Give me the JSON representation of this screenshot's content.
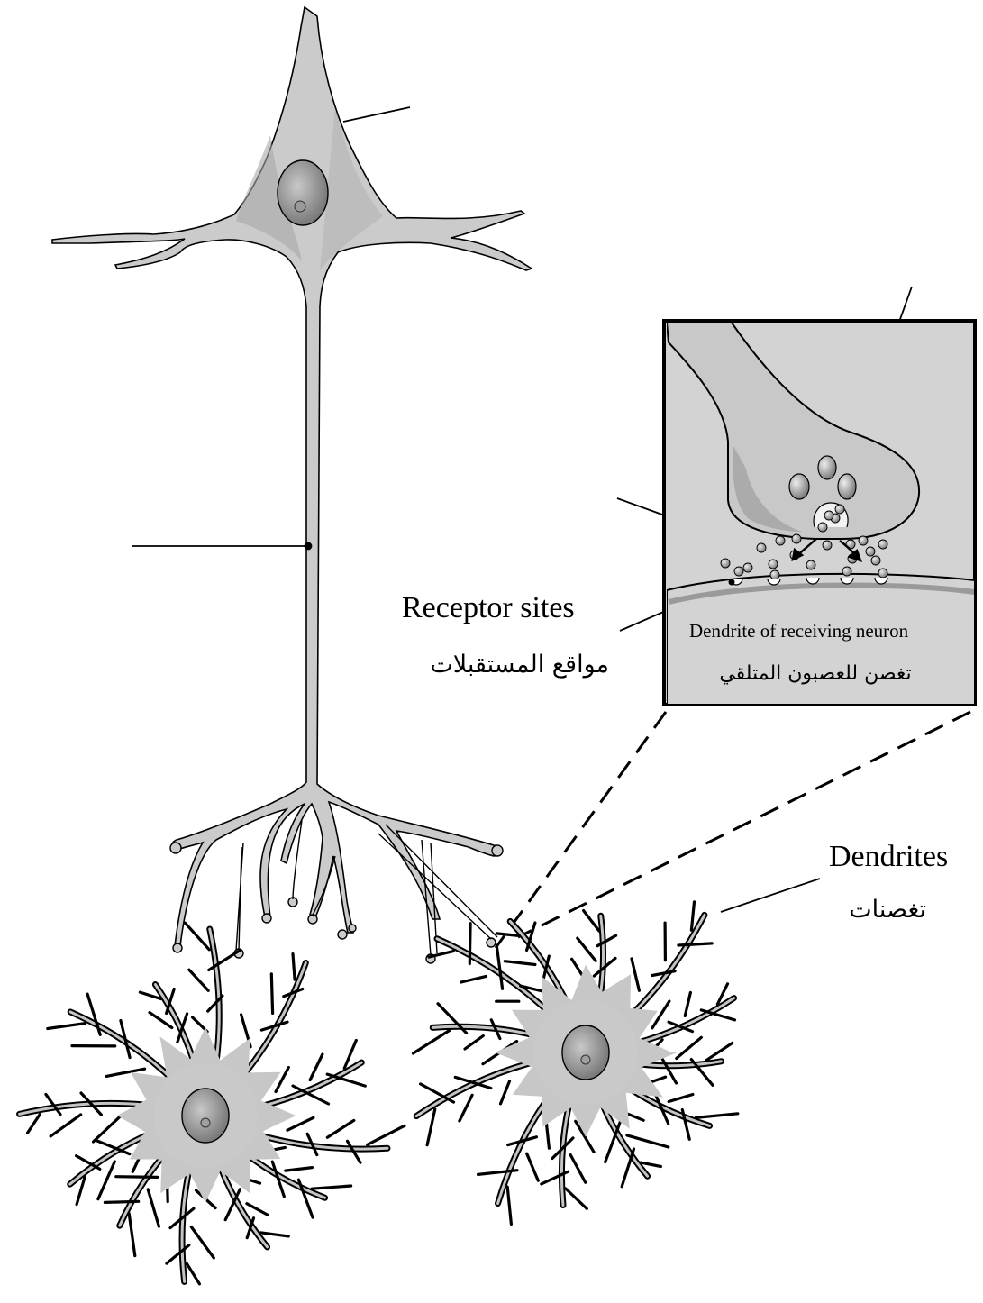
{
  "labels": {
    "receptor_sites": {
      "en": "Receptor sites",
      "ar": "مواقع المستقبلات"
    },
    "dendrites": {
      "en": "Dendrites",
      "ar": "تغصنات"
    },
    "inset_dendrite": {
      "en": "Dendrite of receiving neuron",
      "ar": "تغصن للعصبون المتلقي"
    }
  },
  "colors": {
    "cell_fill": "#c9c9c9",
    "cell_shade": "#a9a9a9",
    "nucleus": "#8f8f8f",
    "outline": "#000000"
  }
}
